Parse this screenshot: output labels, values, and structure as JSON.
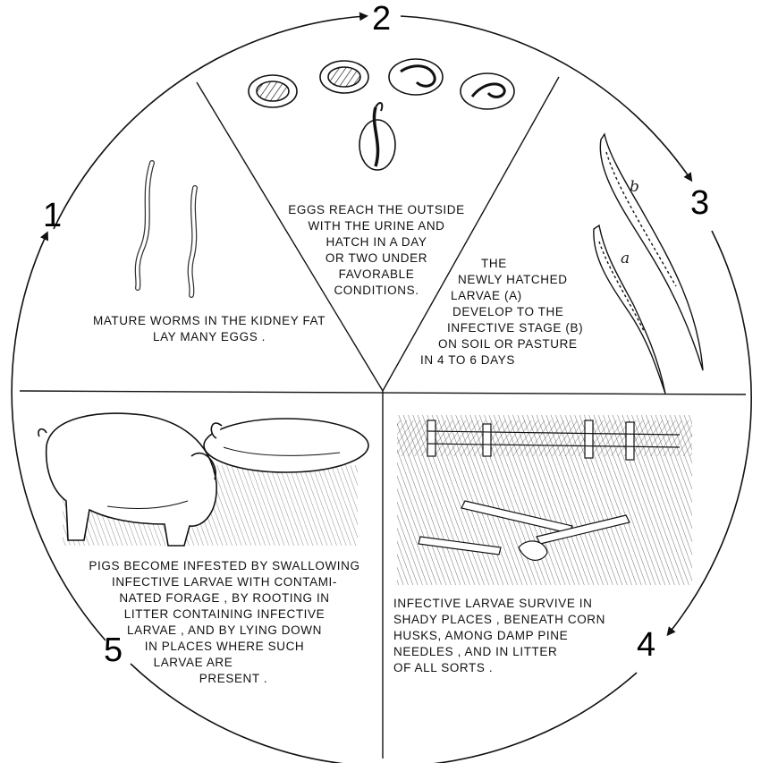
{
  "stages": [
    {
      "number": "1",
      "lines": [
        "MATURE WORMS IN THE KIDNEY FAT",
        "LAY MANY EGGS ."
      ]
    },
    {
      "number": "2",
      "lines": [
        "EGGS REACH THE OUTSIDE",
        "WITH THE URINE AND",
        "HATCH IN A DAY",
        "OR TWO UNDER",
        "FAVORABLE",
        "CONDITIONS."
      ]
    },
    {
      "number": "3",
      "lines": [
        "THE",
        "NEWLY HATCHED",
        "LARVAE (a)",
        "DEVELOP TO THE",
        "INFECTIVE STAGE (b)",
        "ON SOIL OR PASTURE",
        "IN 4 TO 6 DAYS"
      ]
    },
    {
      "number": "4",
      "lines": [
        "INFECTIVE LARVAE SURVIVE IN",
        "SHADY PLACES , BENEATH CORN",
        "HUSKS, AMONG DAMP PINE",
        "NEEDLES , AND IN LITTER",
        "OF ALL SORTS ."
      ]
    },
    {
      "number": "5",
      "lines": [
        "PIGS BECOME INFESTED BY SWALLOWING",
        "INFECTIVE LARVAE WITH CONTAMI-",
        "NATED FORAGE , BY ROOTING IN",
        "LITTER CONTAINING INFECTIVE",
        "LARVAE , AND BY LYING DOWN",
        "IN PLACES WHERE SUCH",
        "LARVAE ARE",
        "PRESENT ."
      ]
    }
  ],
  "larva_labels": {
    "a": "a",
    "b": "b"
  },
  "colors": {
    "ink": "#111111",
    "background": "#ffffff"
  }
}
